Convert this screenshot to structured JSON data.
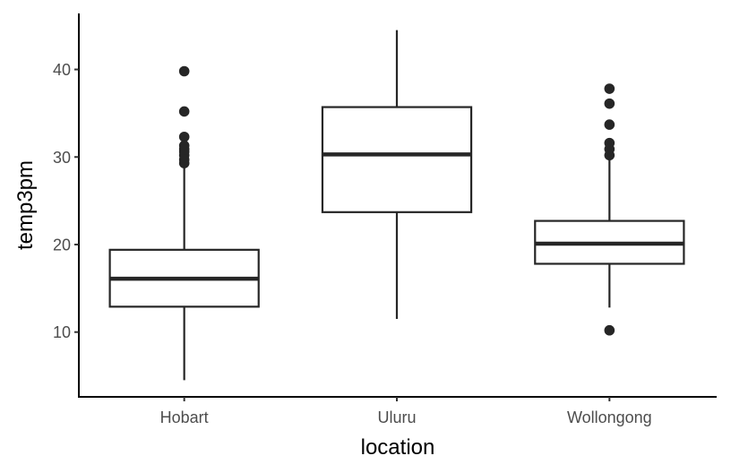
{
  "chart_data": {
    "type": "boxplot",
    "title": "",
    "xlabel": "location",
    "ylabel": "temp3pm",
    "categories": [
      "Hobart",
      "Uluru",
      "Wollongong"
    ],
    "ylim": [
      2.6,
      46.4
    ],
    "yticks": [
      10,
      20,
      30,
      40
    ],
    "ytick_labels": [
      "10",
      "20",
      "30",
      "40"
    ],
    "grid": false,
    "legend": "none",
    "series": [
      {
        "name": "Hobart",
        "whisker_low": 4.5,
        "q1": 12.9,
        "median": 16.1,
        "q3": 19.4,
        "whisker_high": 28.8,
        "outliers": [
          39.8,
          35.2,
          32.3,
          31.3,
          30.9,
          30.6,
          30.2,
          29.7,
          29.3
        ]
      },
      {
        "name": "Uluru",
        "whisker_low": 11.5,
        "q1": 23.7,
        "median": 30.3,
        "q3": 35.7,
        "whisker_high": 44.5,
        "outliers": []
      },
      {
        "name": "Wollongong",
        "whisker_low": 12.8,
        "q1": 17.8,
        "median": 20.1,
        "q3": 22.7,
        "whisker_high": 29.7,
        "outliers": [
          37.8,
          36.1,
          33.7,
          31.6,
          30.9,
          30.2,
          10.2
        ]
      }
    ],
    "colors": {
      "box_stroke": "#262626",
      "box_fill": "#ffffff",
      "outlier": "#262626",
      "axis": "#000000",
      "tick_label": "#4d4d4d"
    }
  }
}
